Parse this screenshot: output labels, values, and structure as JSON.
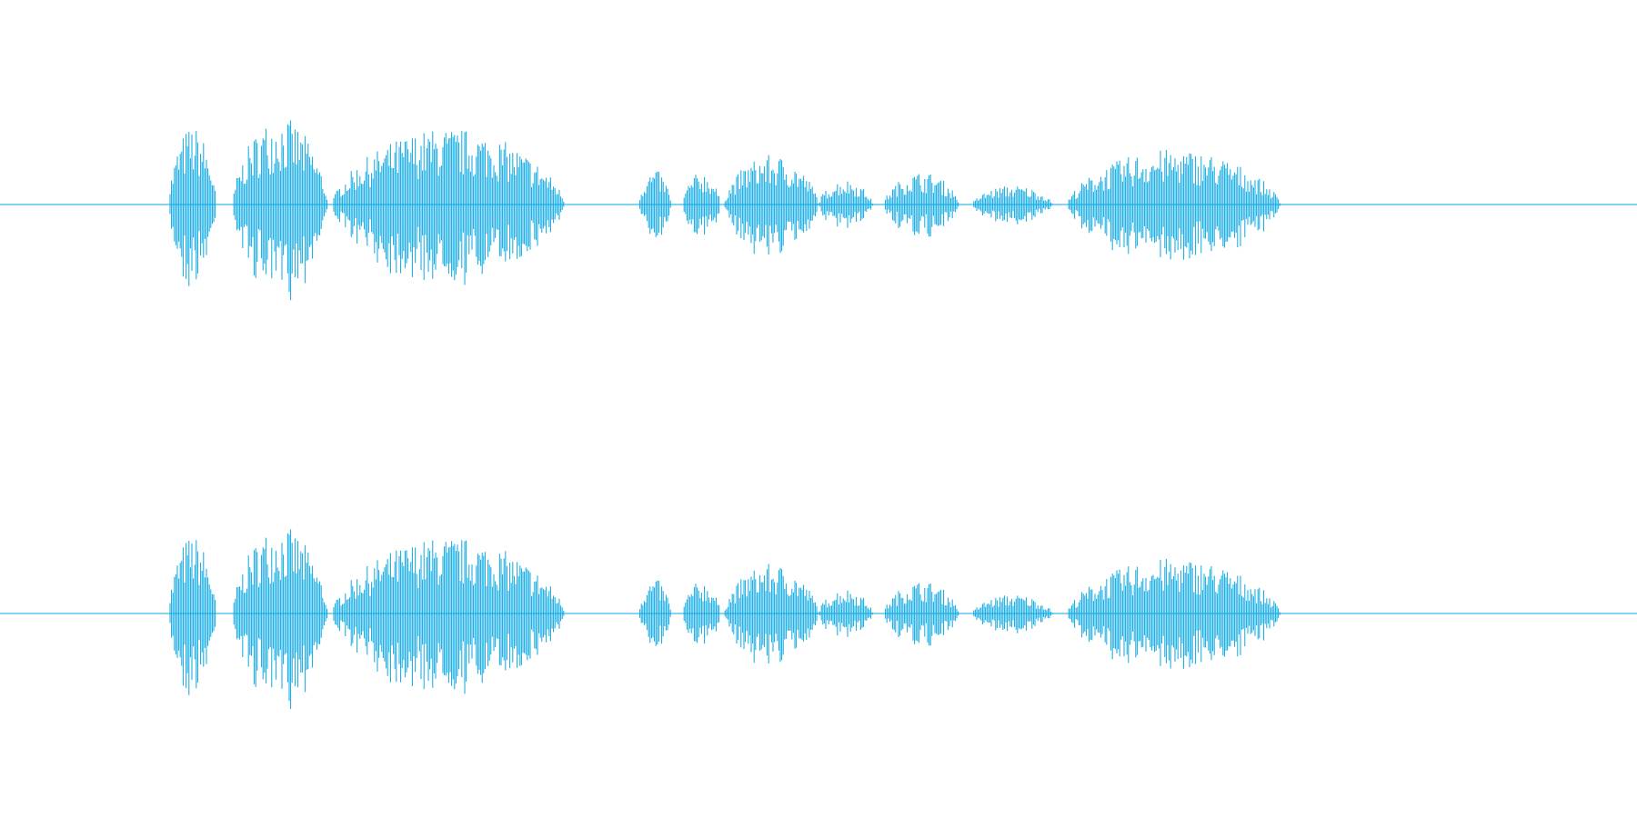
{
  "chart_data": {
    "type": "waveform",
    "title": "",
    "xlabel": "",
    "ylabel": "",
    "grid": false,
    "legend": "none",
    "color": "#0aa9e3",
    "ylim": [
      -1,
      1
    ],
    "channels": [
      {
        "name": ""
      },
      {
        "name": ""
      }
    ],
    "segments": [
      {
        "start": 0.103,
        "end": 0.132,
        "peak": 0.82
      },
      {
        "start": 0.142,
        "end": 0.2,
        "peak": 0.92
      },
      {
        "start": 0.203,
        "end": 0.345,
        "peak": 0.8
      },
      {
        "start": 0.39,
        "end": 0.41,
        "peak": 0.36
      },
      {
        "start": 0.417,
        "end": 0.44,
        "peak": 0.34
      },
      {
        "start": 0.442,
        "end": 0.5,
        "peak": 0.52
      },
      {
        "start": 0.5,
        "end": 0.533,
        "peak": 0.26
      },
      {
        "start": 0.54,
        "end": 0.586,
        "peak": 0.34
      },
      {
        "start": 0.594,
        "end": 0.643,
        "peak": 0.2
      },
      {
        "start": 0.652,
        "end": 0.782,
        "peak": 0.58
      }
    ]
  }
}
